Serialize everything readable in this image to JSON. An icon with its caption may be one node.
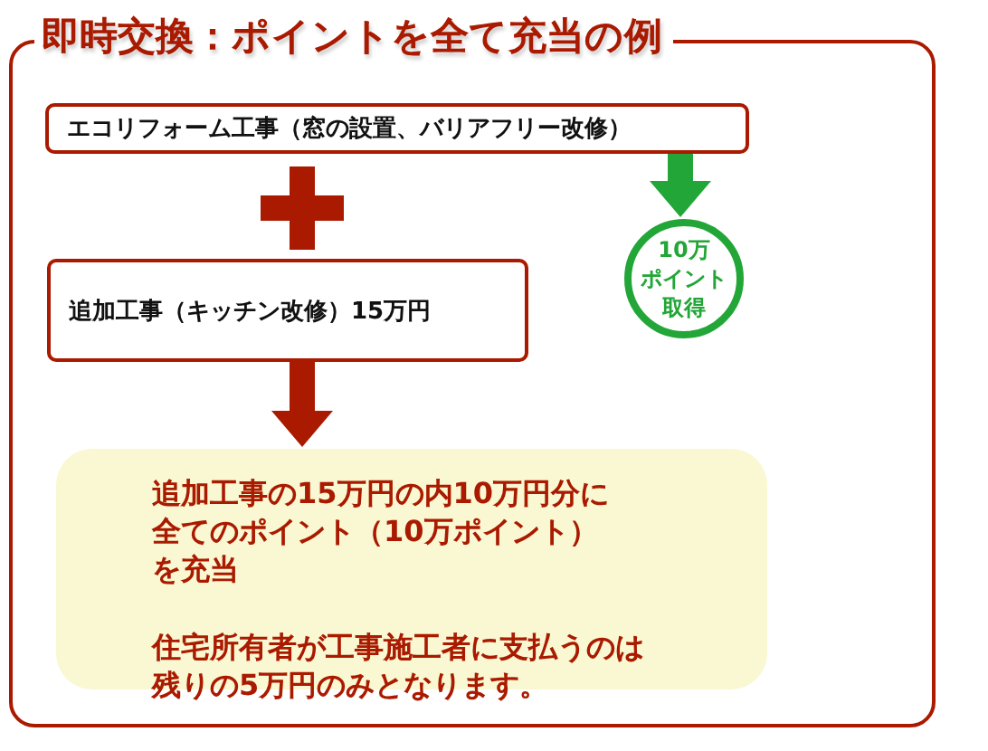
{
  "diagram": {
    "nodes": [
      {
        "text": [
          "即時交換：ポイントを全て充当の例"
        ]
      },
      {
        "text": [
          "エコリフォーム工事（窓の設置、バリアフリー改修）"
        ],
        "in": 0
      },
      {
        "text": [
          "追加工事（キッチン改修）15万円"
        ],
        "in": 0
      },
      {
        "text": [
          "10万ポイント取得"
        ],
        "in": 0
      },
      {
        "text": [
          "追加工事の15万円の内10万円分に全てのポイント（10万ポイント）を充当",
          "住宅所有者が工事施工者に支払うのは残りの5万円のみとなります。"
        ],
        "in": 0
      }
    ],
    "edges": [
      {
        "from": 1,
        "to": 3,
        "arrow": "to",
        "color": "#22a637"
      },
      {
        "from": 2,
        "to": 4,
        "arrow": "to",
        "color": "#aa1a00"
      }
    ]
  }
}
